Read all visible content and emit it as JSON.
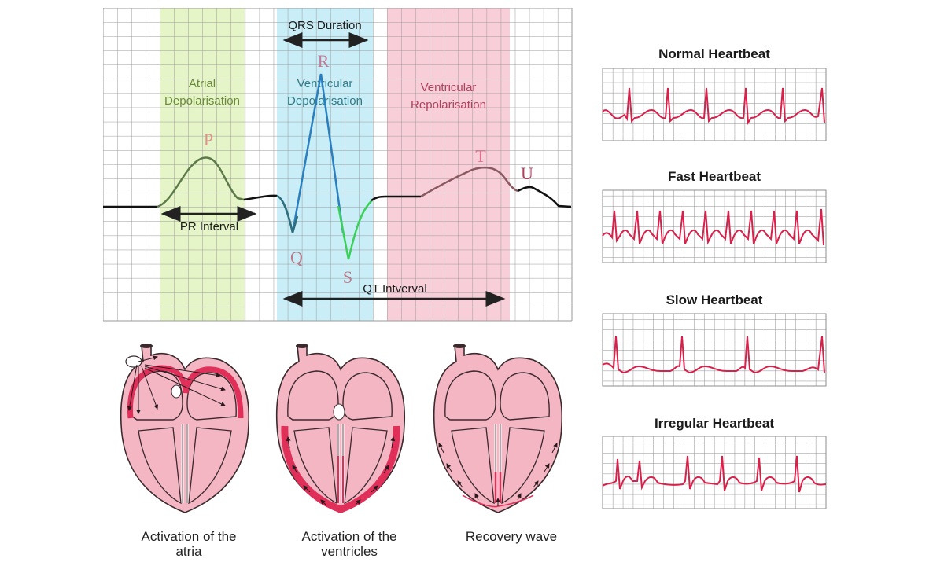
{
  "ecg_main": {
    "regions": {
      "atrial": {
        "line1": "Atrial",
        "line2": "Depolarisation",
        "color": "#e6f5c8",
        "text_color": "#6a8a3a"
      },
      "ventricular_dep": {
        "line1": "Ventricular",
        "line2": "Depolarisation",
        "color": "#c9eef7",
        "text_color": "#2f7a86"
      },
      "ventricular_rep": {
        "line1": "Ventricular",
        "line2": "Repolarisation",
        "color": "#f8cfd8",
        "text_color": "#b0425e"
      }
    },
    "wave_labels": {
      "P": "P",
      "Q": "Q",
      "R": "R",
      "S": "S",
      "T": "T",
      "U": "U"
    },
    "intervals": {
      "qrs": "QRS Duration",
      "pr": "PR Interval",
      "qt": "QT Intverval"
    },
    "colors": {
      "grid": "#9a9a9a",
      "baseline": "#111111",
      "p_wave": "#5c7a4a",
      "qrs": "#2a7fc0",
      "s_tail": "#3bd05a",
      "t_wave": "#8a5a60"
    }
  },
  "heart_stages": [
    {
      "line1": "Activation of the",
      "line2": "atria"
    },
    {
      "line1": "Activation of the",
      "line2": "ventricles"
    },
    {
      "line1": "Recovery wave",
      "line2": ""
    }
  ],
  "rhythm_strips": [
    {
      "title": "Normal Heartbeat"
    },
    {
      "title": "Fast Heartbeat"
    },
    {
      "title": "Slow Heartbeat"
    },
    {
      "title": "Irregular Heartbeat"
    }
  ],
  "colors": {
    "strip_trace": "#d8204a",
    "heart_fill": "#f5b6c4",
    "heart_active": "#e0305a",
    "heart_outline": "#3a2a2e"
  }
}
